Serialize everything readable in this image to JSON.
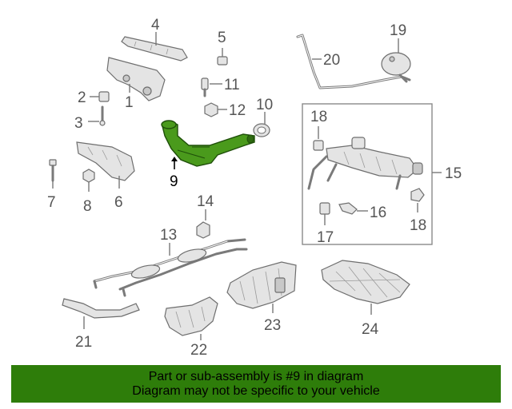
{
  "callouts": {
    "c1": "1",
    "c2": "2",
    "c3": "3",
    "c4": "4",
    "c5": "5",
    "c6": "6",
    "c7": "7",
    "c8": "8",
    "c9": "9",
    "c10": "10",
    "c11": "11",
    "c12": "12",
    "c13": "13",
    "c14": "14",
    "c15": "15",
    "c16": "16",
    "c17": "17",
    "c18a": "18",
    "c18b": "18",
    "c19": "19",
    "c20": "20",
    "c21": "21",
    "c22": "22",
    "c23": "23",
    "c24": "24"
  },
  "highlight": {
    "part_number": "9",
    "color": "#4a9a1c"
  },
  "banner": {
    "line1": "Part or sub-assembly is #9 in diagram",
    "line2": "Diagram may not be specific to your vehicle",
    "background": "#2e7d0a"
  }
}
